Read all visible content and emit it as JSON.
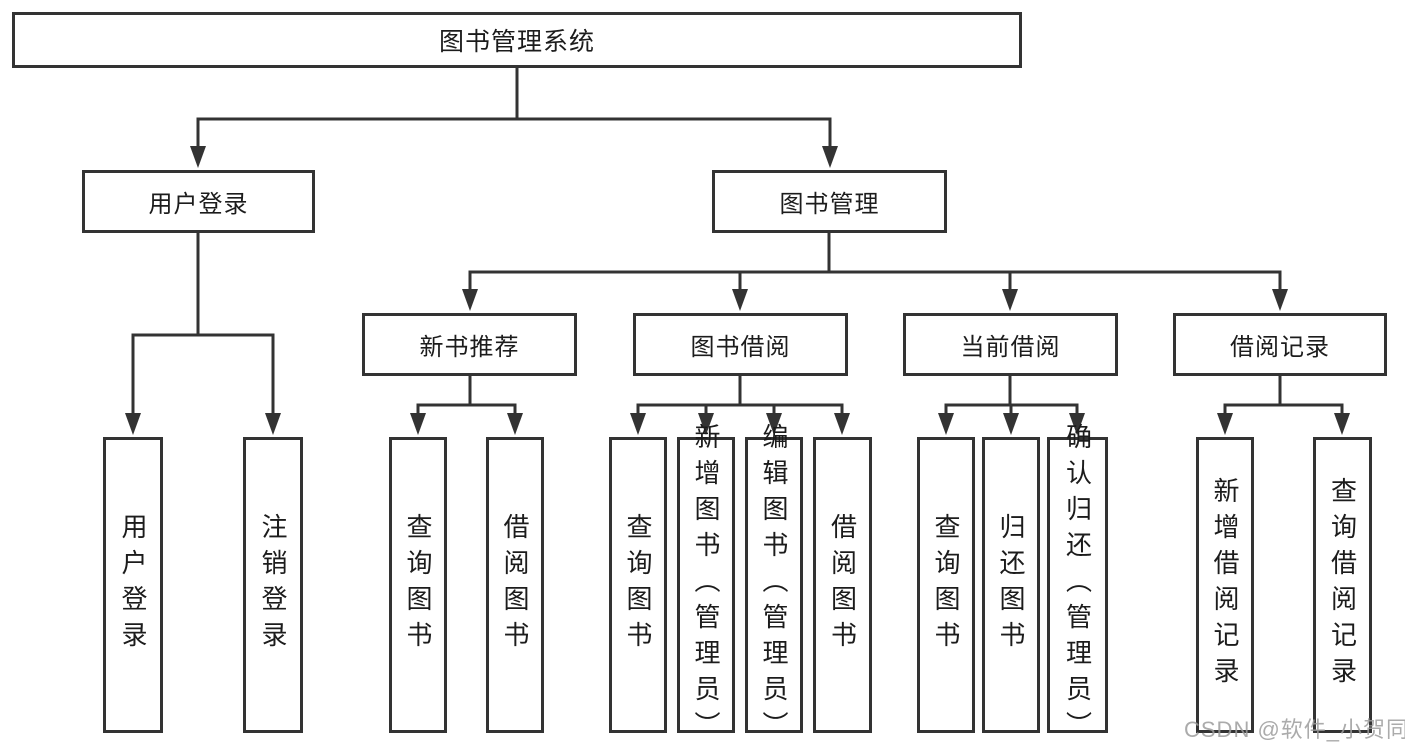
{
  "diagram": {
    "root": {
      "label": "图书管理系统"
    },
    "branches": [
      {
        "label": "用户登录",
        "children": [
          {
            "label": "用户登录"
          },
          {
            "label": "注销登录"
          }
        ]
      },
      {
        "label": "图书管理",
        "children": [
          {
            "label": "新书推荐",
            "children": [
              {
                "label": "查询图书"
              },
              {
                "label": "借阅图书"
              }
            ]
          },
          {
            "label": "图书借阅",
            "children": [
              {
                "label": "查询图书"
              },
              {
                "label": "新增图书（管理员）"
              },
              {
                "label": "编辑图书（管理员）"
              },
              {
                "label": "借阅图书"
              }
            ]
          },
          {
            "label": "当前借阅",
            "children": [
              {
                "label": "查询图书"
              },
              {
                "label": "归还图书"
              },
              {
                "label": "确认归还（管理员）"
              }
            ]
          },
          {
            "label": "借阅记录",
            "children": [
              {
                "label": "新增借阅记录"
              },
              {
                "label": "查询借阅记录"
              }
            ]
          }
        ]
      }
    ]
  },
  "watermark": {
    "text": "CSDN @软件_小贺同学"
  },
  "colors": {
    "line": "#333333",
    "text": "#1c1c1c",
    "background": "#ffffff",
    "watermark": "#9d9d9d"
  }
}
